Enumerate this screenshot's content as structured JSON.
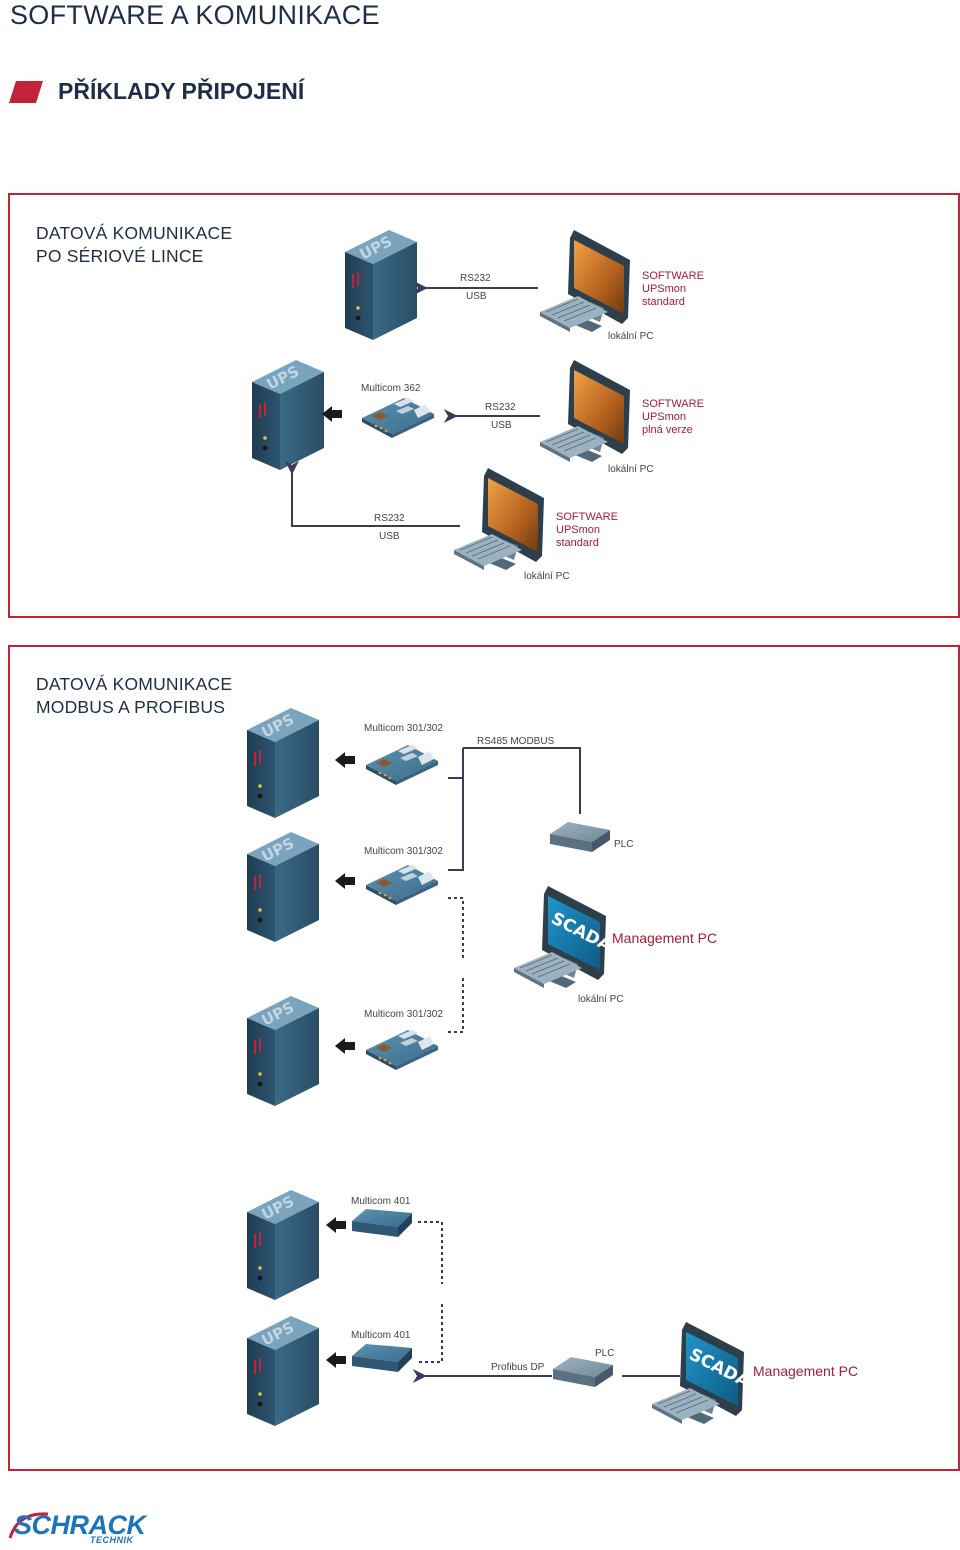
{
  "page_title": "SOFTWARE A KOMUNIKACE",
  "section_title": "PŘÍKLADY PŘIPOJENÍ",
  "accent_color": "#c2223a",
  "primary_text_color": "#1e2d48",
  "panel_serial": {
    "title_line1": "DATOVÁ KOMUNIKACE",
    "title_line2": "PO SÉRIOVÉ LINCE",
    "example1": {
      "device_label": "UPS",
      "link_label1": "RS232",
      "link_label2": "USB",
      "software_line1": "SOFTWARE",
      "software_line2": "UPSmon",
      "software_line3": "standard",
      "pc_label": "lokální PC"
    },
    "example2": {
      "card_label": "Multicom 362",
      "link_label1": "RS232",
      "link_label2": "USB",
      "software_line1": "SOFTWARE",
      "software_line2": "UPSmon",
      "software_line3": "plná verze",
      "pc_label": "lokální PC"
    },
    "example3": {
      "link_label1": "RS232",
      "link_label2": "USB",
      "software_line1": "SOFTWARE",
      "software_line2": "UPSmon",
      "software_line3": "standard",
      "pc_label": "lokální PC"
    }
  },
  "panel_modbus": {
    "title_line1": "DATOVÁ KOMUNIKACE",
    "title_line2": "MODBUS A PROFIBUS",
    "card1_label": "Multicom 301/302",
    "card2_label": "Multicom 301/302",
    "card3_label": "Multicom 301/302",
    "bus_label": "RS485 MODBUS",
    "plc_label": "PLC",
    "scada_screen": "SCADA",
    "management_label": "Management PC",
    "pc_label": "lokální PC",
    "card4_label": "Multicom 401",
    "card5_label": "Multicom 401",
    "profibus_label": "Profibus DP",
    "plc2_label": "PLC",
    "scada2_screen": "SCADA",
    "management2_label": "Management PC"
  },
  "logo": {
    "brand": "SCHRACK",
    "sub": "TECHNIK",
    "color": "#1e74b8"
  }
}
